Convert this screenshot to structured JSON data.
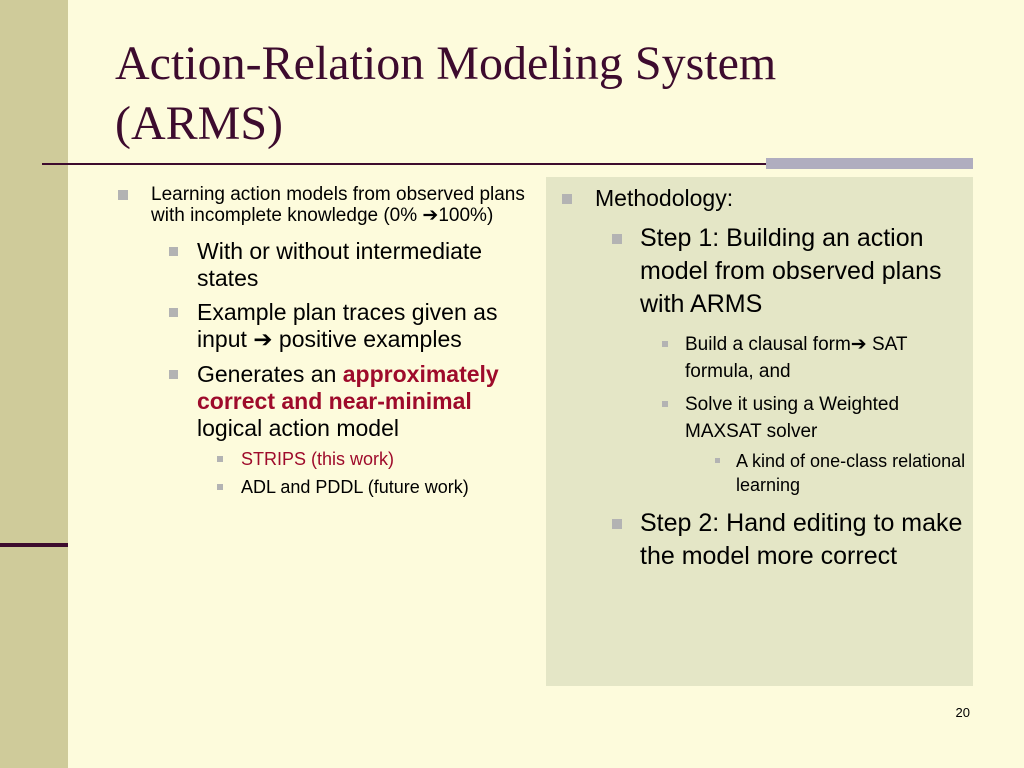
{
  "slide": {
    "title_line1": "Action-Relation Modeling System",
    "title_line2": "(ARMS)",
    "page_number": "20"
  },
  "left": {
    "item1": {
      "text_a": "Learning action models from observed plans with incomplete knowledge (0% ",
      "arrow": "➔",
      "text_b": "100%)"
    },
    "sub1": "With or without intermediate states",
    "sub2": {
      "text_a": "Example plan traces given as input ",
      "arrow": "➔",
      "text_b": " positive examples"
    },
    "sub3": {
      "text_a": "Generates an ",
      "highlight": "approximately correct and near-minimal",
      "text_b": " logical action model"
    },
    "subsub1": "STRIPS (this work)",
    "subsub2": "ADL and PDDL (future work)"
  },
  "right": {
    "heading": "Methodology:",
    "step1": "Step 1: Building an action model from observed plans with ARMS",
    "step1_sub1": {
      "text_a": " Build a clausal form",
      "arrow": "➔",
      "text_b": "SAT formula, and"
    },
    "step1_sub2": " Solve it using a Weighted MAXSAT solver",
    "step1_sub2_sub1": "A kind of one-class relational learning",
    "step2": "Step 2: Hand editing to make the model more correct"
  },
  "colors": {
    "background": "#fdfbdc",
    "sidebar": "#cfcb9a",
    "title": "#3d0b2e",
    "highlight": "#9e0b2b",
    "panel": "#e4e6c6"
  }
}
